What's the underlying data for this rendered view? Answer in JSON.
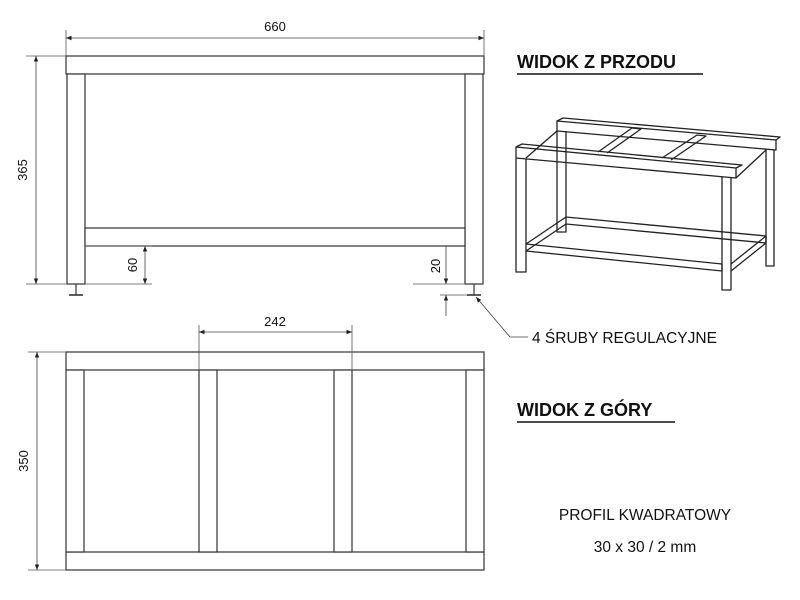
{
  "front_view": {
    "title": "WIDOK Z PRZODU",
    "width_dim": "660",
    "height_dim": "365",
    "shelf_height_dim": "60",
    "foot_dim": "20"
  },
  "top_view": {
    "title": "WIDOK Z GÓRY",
    "span_dim": "242",
    "depth_dim": "350"
  },
  "callout": "4 ŚRUBY REGULACYJNE",
  "profile": {
    "line1": "PROFIL KWADRATOWY",
    "line2": "30 x 30 / 2 mm"
  }
}
